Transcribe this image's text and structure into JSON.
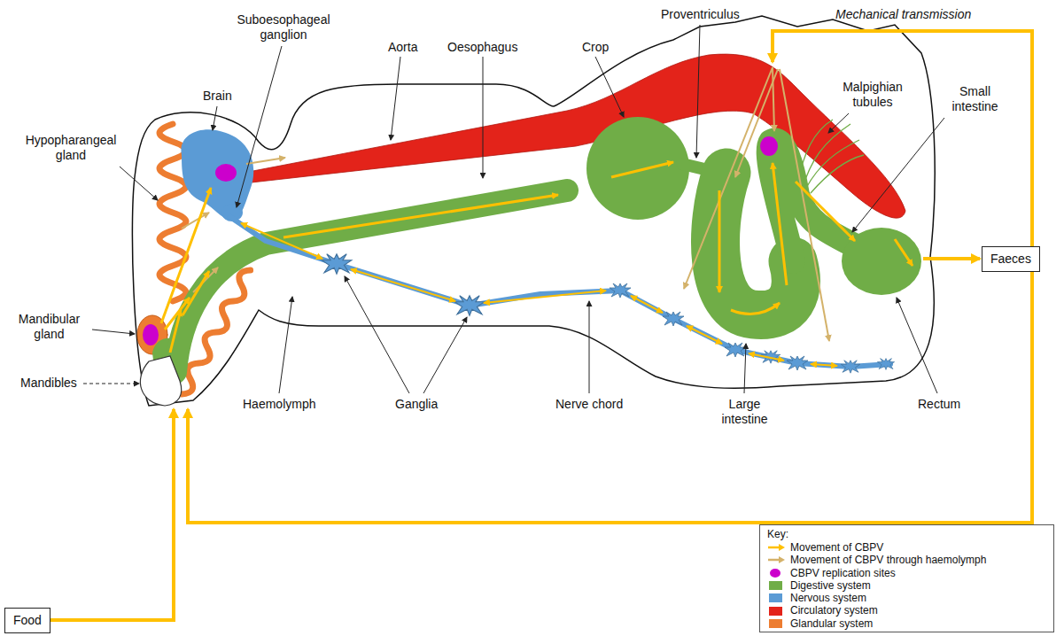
{
  "diagram": {
    "nodes": [
      {
        "text": [
          "Faeces"
        ]
      },
      {
        "text": [
          "Food"
        ]
      }
    ],
    "labels": [
      "Mechanical transmission",
      "Brain",
      "Suboesophageal ganglion",
      "Aorta",
      "Oesophagus",
      "Crop",
      "Proventriculus",
      "Malpighian tubules",
      "Small intestine",
      "Hypopharangeal gland",
      "Mandibular gland",
      "Mandibles",
      "Haemolymph",
      "Ganglia",
      "Nerve chord",
      "Large intestine",
      "Rectum",
      "Key:"
    ],
    "legend": [
      {
        "text": "Movement of CBPV"
      },
      {
        "text": "Movement of CBPV through haemolymph"
      },
      {
        "text": "CBPV replication sites",
        "color": "#cc00cc"
      },
      {
        "text": "Digestive system",
        "color": "#70ad47"
      },
      {
        "text": "Nervous system",
        "color": "#5b9bd5"
      },
      {
        "text": "Circulatory system",
        "color": "#e3231a"
      },
      {
        "text": "Glandular system",
        "color": "#ed7d31"
      }
    ]
  }
}
